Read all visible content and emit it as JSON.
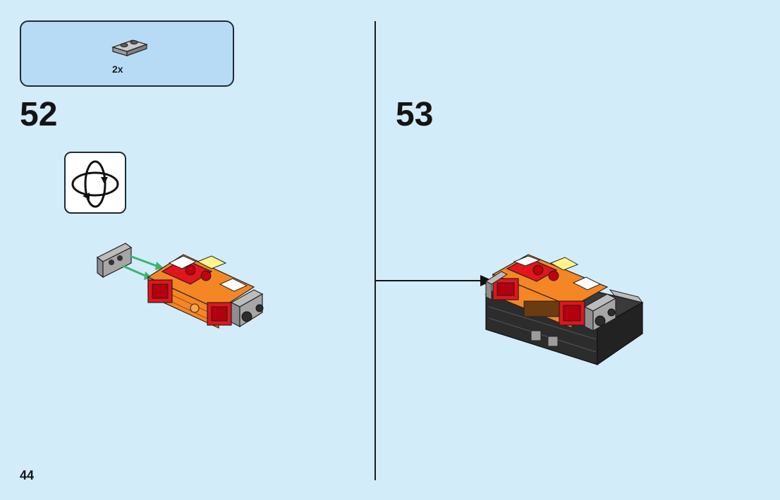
{
  "parts_callout": {
    "quantity": "2x",
    "part_icon": "plate-1x2-light-gray-icon",
    "part_color": "#a8a8a8"
  },
  "steps": [
    {
      "number": "52"
    },
    {
      "number": "53"
    }
  ],
  "rotate_icon": "rotate-model-icon",
  "page_number": "44",
  "colors": {
    "background": "#d3ecfa",
    "callout": "#b7dbf4",
    "red": "#e3141b",
    "orange": "#f58624",
    "yellow": "#fff58c",
    "gray": "#a0a0a0",
    "black": "#2c2c2c",
    "green_arrow": "#3cb371"
  }
}
